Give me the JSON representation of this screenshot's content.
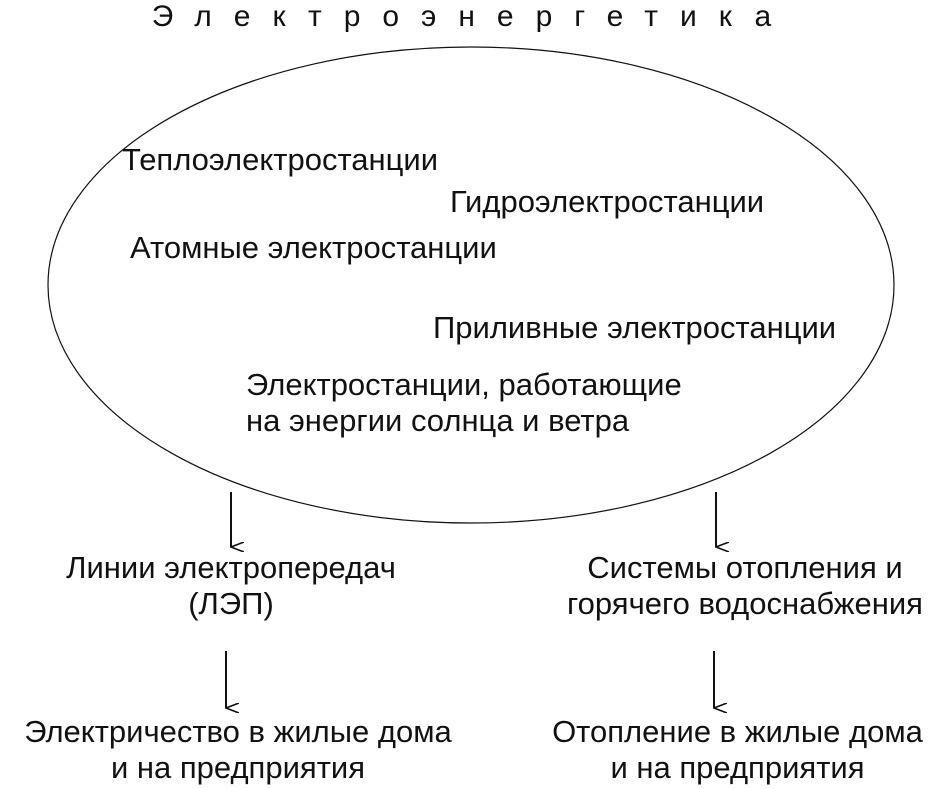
{
  "diagram": {
    "title": "Электроэнергетика",
    "plants": {
      "thermal": "Теплоэлектростанции",
      "hydro": "Гидроэлектростанции",
      "nuclear": "Атомные электростанции",
      "tidal": "Приливные электростанции",
      "solar_wind_line1": "Электростанции, работающие",
      "solar_wind_line2": "на энергии солнца и ветра"
    },
    "left_branch": {
      "transmission_line1": "Линии электропередач",
      "transmission_line2": "(ЛЭП)",
      "result_line1": "Электричество в жилые дома",
      "result_line2": "и на предприятия"
    },
    "right_branch": {
      "heating_line1": "Системы отопления и",
      "heating_line2": "горячего водоснабжения",
      "result_line1": "Отопление в жилые дома",
      "result_line2": "и на предприятия"
    }
  }
}
